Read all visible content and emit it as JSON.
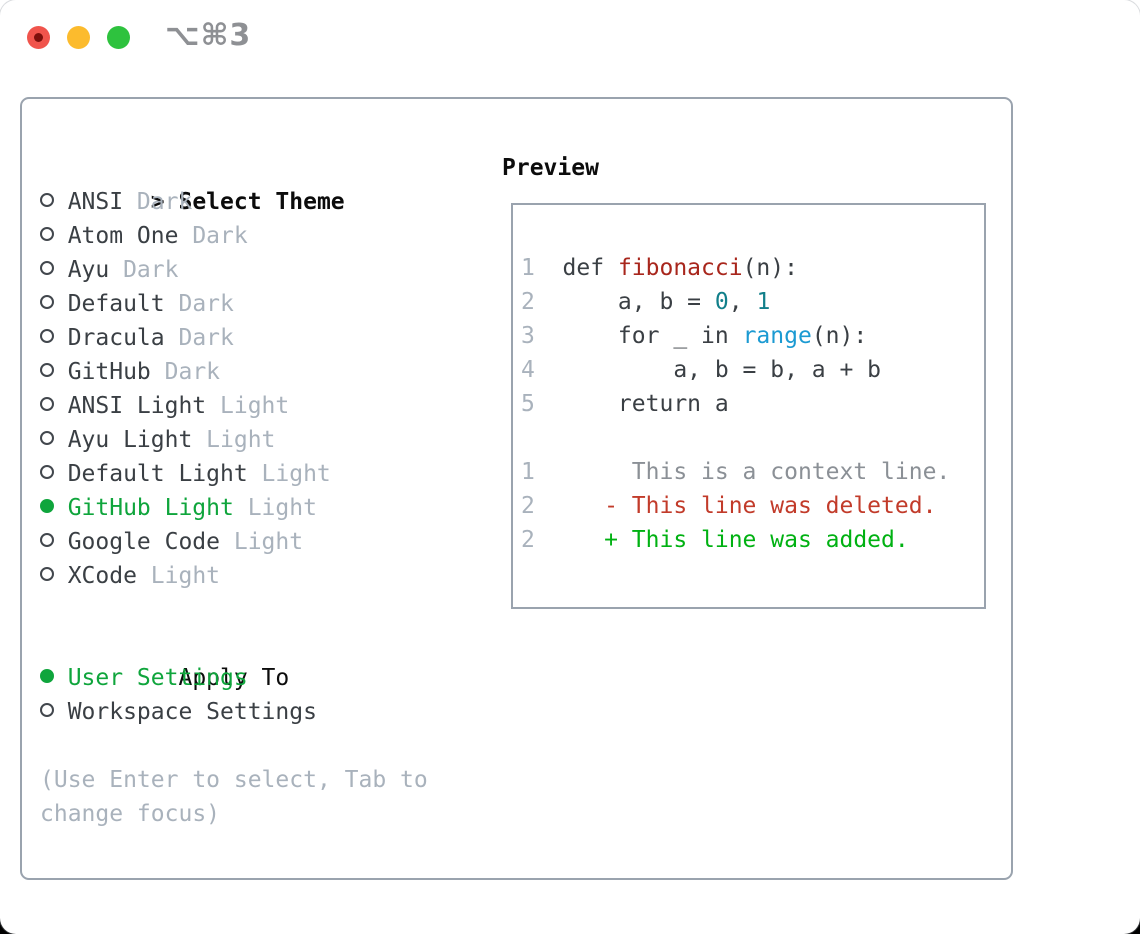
{
  "window": {
    "title": "⌥⌘3",
    "traffic_lights": [
      "close",
      "minimize",
      "zoom"
    ]
  },
  "theme_panel": {
    "prompt": ">",
    "title": "Select Theme",
    "themes": [
      {
        "name": "ANSI",
        "variant": "Dark",
        "selected": false
      },
      {
        "name": "Atom One",
        "variant": "Dark",
        "selected": false
      },
      {
        "name": "Ayu",
        "variant": "Dark",
        "selected": false
      },
      {
        "name": "Default",
        "variant": "Dark",
        "selected": false
      },
      {
        "name": "Dracula",
        "variant": "Dark",
        "selected": false
      },
      {
        "name": "GitHub",
        "variant": "Dark",
        "selected": false
      },
      {
        "name": "ANSI Light",
        "variant": "Light",
        "selected": false
      },
      {
        "name": "Ayu Light",
        "variant": "Light",
        "selected": false
      },
      {
        "name": "Default Light",
        "variant": "Light",
        "selected": false
      },
      {
        "name": "GitHub Light",
        "variant": "Light",
        "selected": true
      },
      {
        "name": "Google Code",
        "variant": "Light",
        "selected": false
      },
      {
        "name": "XCode",
        "variant": "Light",
        "selected": false
      }
    ],
    "apply_to": {
      "title": "Apply To",
      "options": [
        {
          "name": "User Settings",
          "selected": true
        },
        {
          "name": "Workspace Settings",
          "selected": false
        }
      ]
    },
    "hint_lines": [
      "(Use Enter to select, Tab to",
      "change focus)"
    ]
  },
  "preview": {
    "title": "Preview",
    "code_lines": [
      {
        "num": "1",
        "segments": [
          {
            "t": "def ",
            "c": "code"
          },
          {
            "t": "fibonacci",
            "c": "func"
          },
          {
            "t": "(n):",
            "c": "code"
          }
        ]
      },
      {
        "num": "2",
        "segments": [
          {
            "t": "    a, b = ",
            "c": "code"
          },
          {
            "t": "0",
            "c": "num"
          },
          {
            "t": ", ",
            "c": "code"
          },
          {
            "t": "1",
            "c": "num"
          }
        ]
      },
      {
        "num": "3",
        "segments": [
          {
            "t": "    for _ in ",
            "c": "code"
          },
          {
            "t": "range",
            "c": "builtin"
          },
          {
            "t": "(n):",
            "c": "code"
          }
        ]
      },
      {
        "num": "4",
        "segments": [
          {
            "t": "        a, b = b, a + b",
            "c": "code"
          }
        ]
      },
      {
        "num": "5",
        "segments": [
          {
            "t": "    return a",
            "c": "code"
          }
        ]
      },
      {
        "num": "",
        "segments": []
      },
      {
        "num": "1",
        "segments": [
          {
            "t": "     This is a context line.",
            "c": "context"
          }
        ]
      },
      {
        "num": "2",
        "segments": [
          {
            "t": "   - This line was deleted.",
            "c": "deleted"
          }
        ]
      },
      {
        "num": "2",
        "segments": [
          {
            "t": "   + This line was added.",
            "c": "added"
          }
        ]
      }
    ]
  },
  "colors": {
    "select-green": "#0fa53c",
    "added-green": "#00b112",
    "deleted-red": "#c23b2a",
    "func-red": "#a8261c",
    "num-teal": "#117f8a",
    "builtin-blue": "#1b9ad2",
    "context-gray": "#8b9096",
    "muted-gray": "#a9b2bc",
    "item-dark": "#3a3f44",
    "border-gray": "#9aa3ae",
    "title-gray": "#8e9094",
    "traffic-red": "#f0544c",
    "traffic-yellow": "#fcbb2d",
    "traffic-green": "#2ec23e"
  }
}
